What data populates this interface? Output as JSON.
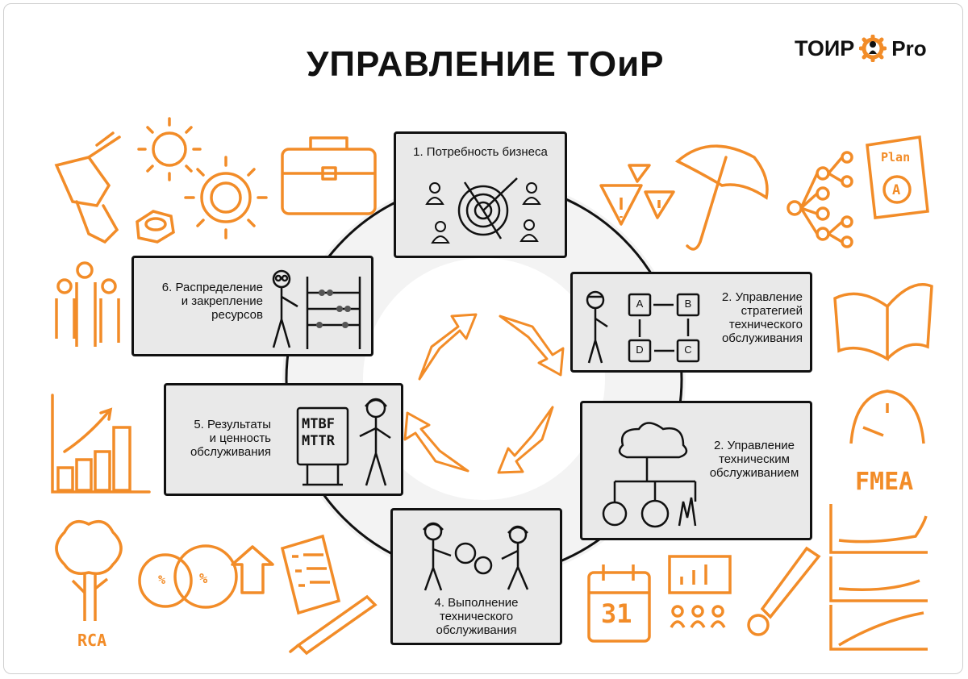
{
  "title": "УПРАВЛЕНИЕ ТОиР",
  "logo": {
    "left": "ТОИР",
    "right": "Pro"
  },
  "stages": [
    {
      "id": 1,
      "lines": [
        "1. Потребность бизнеса"
      ]
    },
    {
      "id": 2,
      "lines": [
        "2. Управление",
        "стратегией",
        "технического",
        "обслуживания"
      ],
      "cells": [
        "A",
        "B",
        "C",
        "D"
      ]
    },
    {
      "id": 3,
      "lines": [
        "2. Управление",
        "техническим",
        "обслуживанием"
      ]
    },
    {
      "id": 4,
      "lines": [
        "4. Выполнение",
        "технического",
        "обслуживания"
      ]
    },
    {
      "id": 5,
      "lines": [
        "5. Результаты",
        "и ценность",
        "обслуживания"
      ],
      "board": [
        "MTBF",
        "MTTR"
      ]
    },
    {
      "id": 6,
      "lines": [
        "6. Распределение",
        "и закрепление",
        "ресурсов"
      ]
    }
  ],
  "side_labels": {
    "plan": "Plan",
    "plan_letter": "A",
    "fmea": "FMEA",
    "rca": "RCA",
    "percent": "%",
    "calendar_day": "31"
  },
  "colors": {
    "accent": "#f28c28",
    "box_fill": "#e9e9e9",
    "stroke": "#111111",
    "watermark": "#f2f2f2"
  }
}
